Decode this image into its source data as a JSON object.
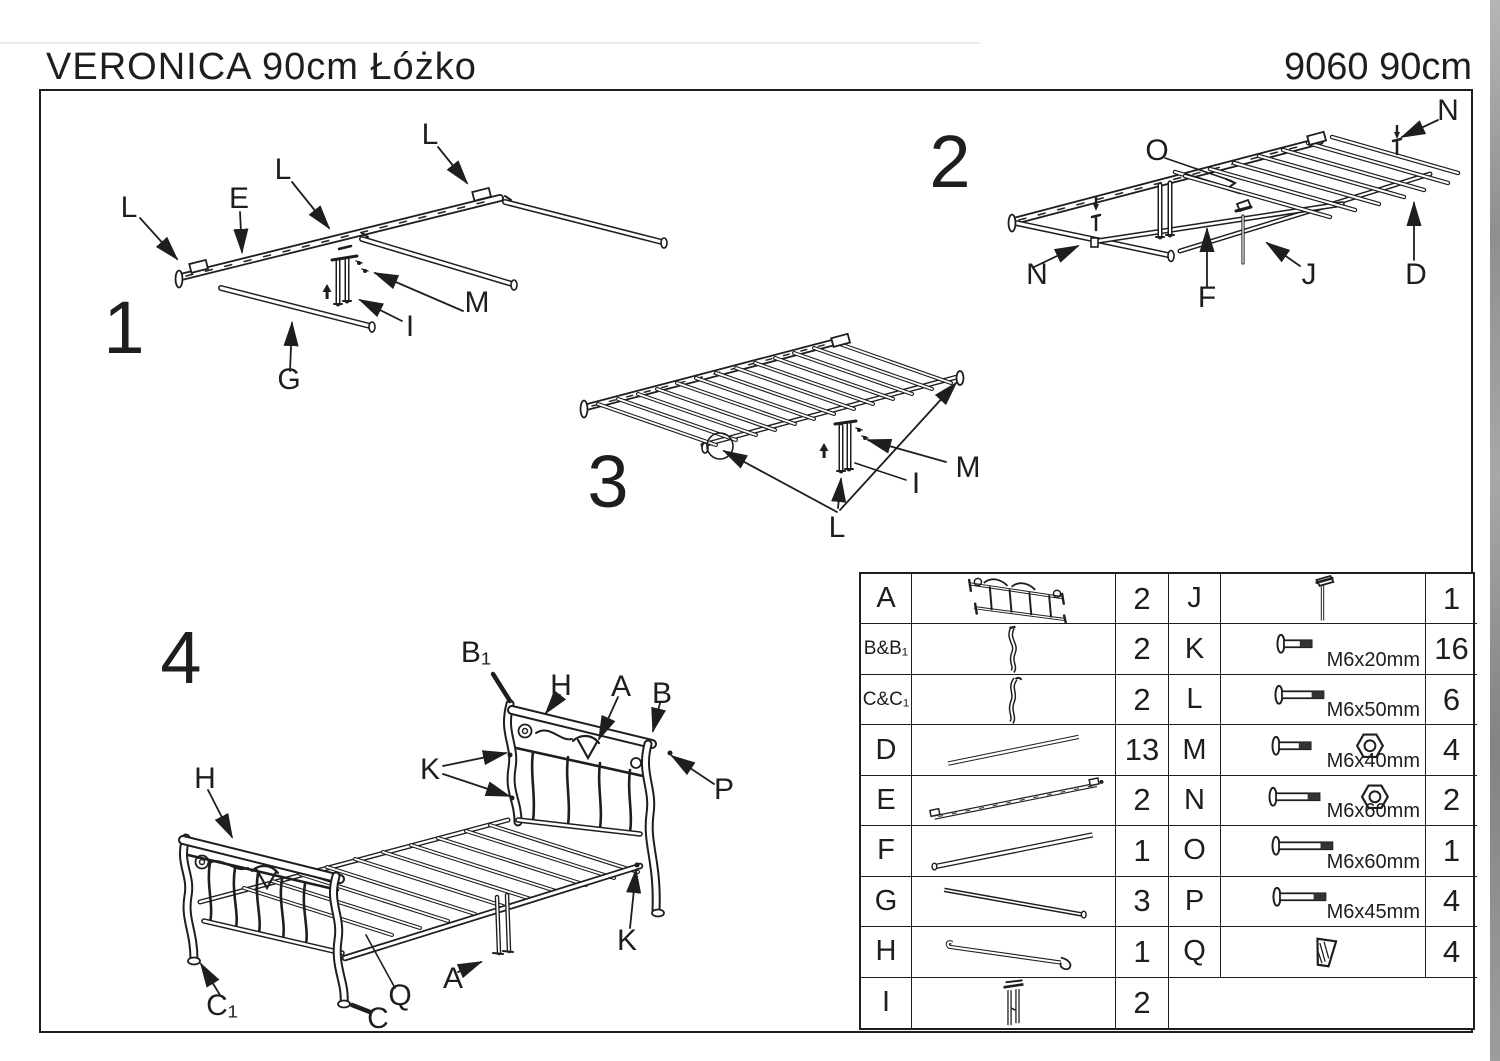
{
  "header": {
    "title": "VERONICA 90cm Łóżko",
    "model": "9060 90cm"
  },
  "steps": {
    "s1": {
      "number": "1",
      "labels": [
        "L",
        "E",
        "L",
        "L",
        "M",
        "I",
        "G"
      ]
    },
    "s2": {
      "number": "2",
      "labels": [
        "N",
        "O",
        "N",
        "F",
        "J",
        "D"
      ]
    },
    "s3": {
      "number": "3",
      "labels": [
        "M",
        "I",
        "L"
      ]
    },
    "s4": {
      "number": "4",
      "labels": [
        "B₁",
        "H",
        "A",
        "B",
        "K",
        "P",
        "H",
        "K",
        "C₁",
        "A",
        "Q",
        "C"
      ]
    }
  },
  "parts_table": {
    "left_rows": [
      {
        "part": "A",
        "icon": "footboard-grille-icon",
        "qty": "2"
      },
      {
        "part": "B&B₁",
        "icon": "curved-post-icon",
        "qty": "2"
      },
      {
        "part": "C&C₁",
        "icon": "curved-post-icon",
        "qty": "2"
      },
      {
        "part": "D",
        "icon": "slat-icon",
        "qty": "13"
      },
      {
        "part": "E",
        "icon": "side-rail-icon",
        "qty": "2"
      },
      {
        "part": "F",
        "icon": "center-bar-icon",
        "qty": "1"
      },
      {
        "part": "G",
        "icon": "cross-rod-icon",
        "qty": "3"
      },
      {
        "part": "H",
        "icon": "curved-rail-icon",
        "qty": "1"
      },
      {
        "part": "I",
        "icon": "support-leg-icon",
        "qty": "2"
      }
    ],
    "right_rows": [
      {
        "part": "J",
        "icon": "hand-bolt-icon",
        "size": "",
        "qty": "1"
      },
      {
        "part": "K",
        "icon": "bolt-icon",
        "size": "M6x20mm",
        "qty": "16"
      },
      {
        "part": "L",
        "icon": "bolt-icon",
        "size": "M6x50mm",
        "qty": "6"
      },
      {
        "part": "M",
        "icon": "bolt-nut-icon",
        "size": "M6x40mm",
        "qty": "4"
      },
      {
        "part": "N",
        "icon": "bolt-nut-icon",
        "size": "M6x60mm",
        "qty": "2"
      },
      {
        "part": "O",
        "icon": "bolt-icon",
        "size": "M6x60mm",
        "qty": "1"
      },
      {
        "part": "P",
        "icon": "bolt-icon",
        "size": "M6x45mm",
        "qty": "4"
      },
      {
        "part": "Q",
        "icon": "foot-cap-icon",
        "size": "",
        "qty": "4"
      }
    ]
  }
}
